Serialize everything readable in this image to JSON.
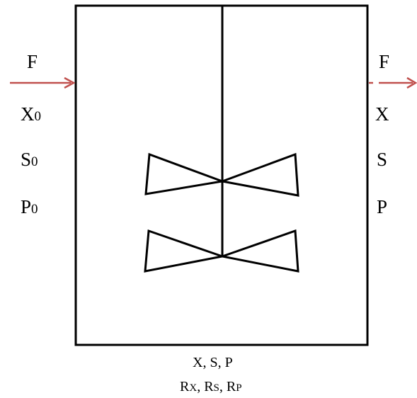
{
  "inlet": {
    "flow": "F",
    "x": {
      "base": "X",
      "sub": "0"
    },
    "s": {
      "base": "S",
      "sub": "0"
    },
    "p": {
      "base": "P",
      "sub": "0"
    }
  },
  "outlet": {
    "flow": "F",
    "x": "X",
    "s": "S",
    "p": "P"
  },
  "reactor": {
    "state_vars": "X, S, P",
    "rates": [
      {
        "base": "R",
        "sub": "X"
      },
      {
        "base": "R",
        "sub": "S"
      },
      {
        "base": "R",
        "sub": "P"
      }
    ],
    "rate_separator": ", "
  },
  "colors": {
    "stream_arrow": "#c0504d",
    "line": "#000000"
  }
}
